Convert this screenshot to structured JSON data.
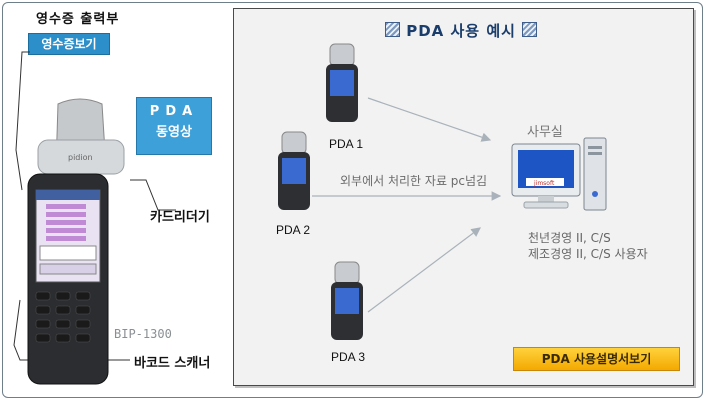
{
  "left": {
    "receipt_printer_label": "영수증 출력부",
    "receipt_view_button": "영수증보기",
    "pda_video_line1": "PDA",
    "pda_video_line2": "동영상",
    "card_reader_label": "카드리더기",
    "model_label": "BIP-1300",
    "barcode_scanner_label": "바코드 스캐너",
    "device_brand": "pidion"
  },
  "panel": {
    "title": "PDA 사용 예시",
    "pda1_label": "PDA 1",
    "pda2_label": "PDA 2",
    "pda3_label": "PDA 3",
    "office_label": "사무실",
    "transfer_label": "외부에서 처리한 자료 pc넘김",
    "users_line1": "천년경영 II, C/S",
    "users_line2": "제조경영 II, C/S 사용자",
    "manual_button": "PDA 사용설명서보기",
    "monitor_logo": "jimsoft"
  },
  "colors": {
    "accent_blue": "#2d8fc9",
    "manual_yellow": "#f3b300",
    "panel_bg": "#f2f2f2"
  }
}
